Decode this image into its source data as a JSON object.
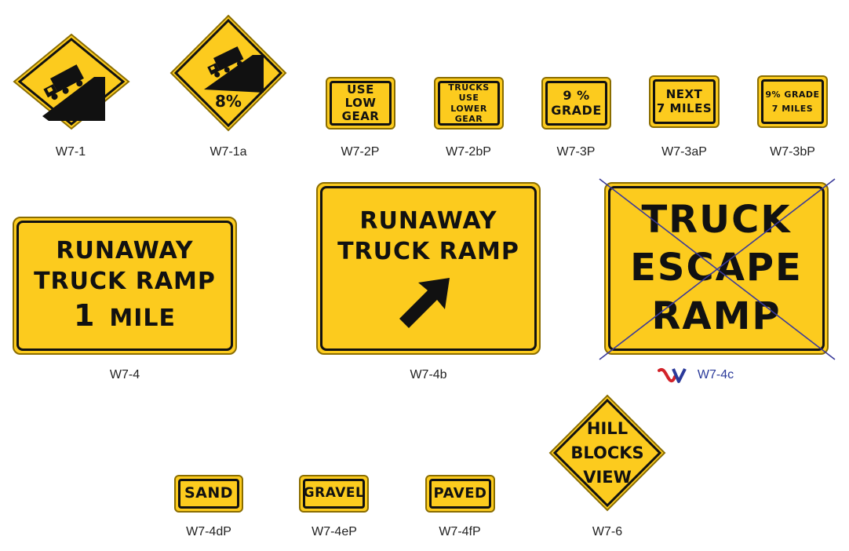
{
  "colors": {
    "sign_yellow": "#FCCB1E",
    "legend_black": "#111111",
    "strike_blue": "#3a3a9a",
    "logo_red": "#d2232a",
    "logo_blue": "#2b3a9a"
  },
  "signs": {
    "w7_1": {
      "code": "W7-1",
      "icon": "truck-on-downgrade-icon"
    },
    "w7_1a": {
      "code": "W7-1a",
      "icon": "truck-on-downgrade-icon",
      "text": "8%"
    },
    "w7_2p": {
      "code": "W7-2P",
      "lines": [
        "USE LOW",
        "GEAR"
      ]
    },
    "w7_2bp": {
      "code": "W7-2bP",
      "lines": [
        "TRUCKS",
        "USE LOWER",
        "GEAR"
      ]
    },
    "w7_3p": {
      "code": "W7-3P",
      "lines": [
        "9 %",
        "GRADE"
      ]
    },
    "w7_3ap": {
      "code": "W7-3aP",
      "lines": [
        "NEXT",
        "7 MILES"
      ]
    },
    "w7_3bp": {
      "code": "W7-3bP",
      "lines": [
        "9% GRADE",
        "7 MILES"
      ]
    },
    "w7_4": {
      "code": "W7-4",
      "lines": [
        "RUNAWAY",
        "TRUCK RAMP"
      ],
      "number": "1",
      "unit": "MILE"
    },
    "w7_4b": {
      "code": "W7-4b",
      "lines": [
        "RUNAWAY",
        "TRUCK RAMP"
      ],
      "icon": "diagonal-arrow-icon"
    },
    "w7_4c": {
      "code": "W7-4c",
      "lines": [
        "TRUCK",
        "ESCAPE",
        "RAMP"
      ],
      "crossed_out": true,
      "logo": "nv-logo-icon"
    },
    "w7_4dp": {
      "code": "W7-4dP",
      "lines": [
        "SAND"
      ]
    },
    "w7_4ep": {
      "code": "W7-4eP",
      "lines": [
        "GRAVEL"
      ]
    },
    "w7_4fp": {
      "code": "W7-4fP",
      "lines": [
        "PAVED"
      ]
    },
    "w7_6": {
      "code": "W7-6",
      "lines": [
        "HILL",
        "BLOCKS",
        "VIEW"
      ]
    }
  }
}
